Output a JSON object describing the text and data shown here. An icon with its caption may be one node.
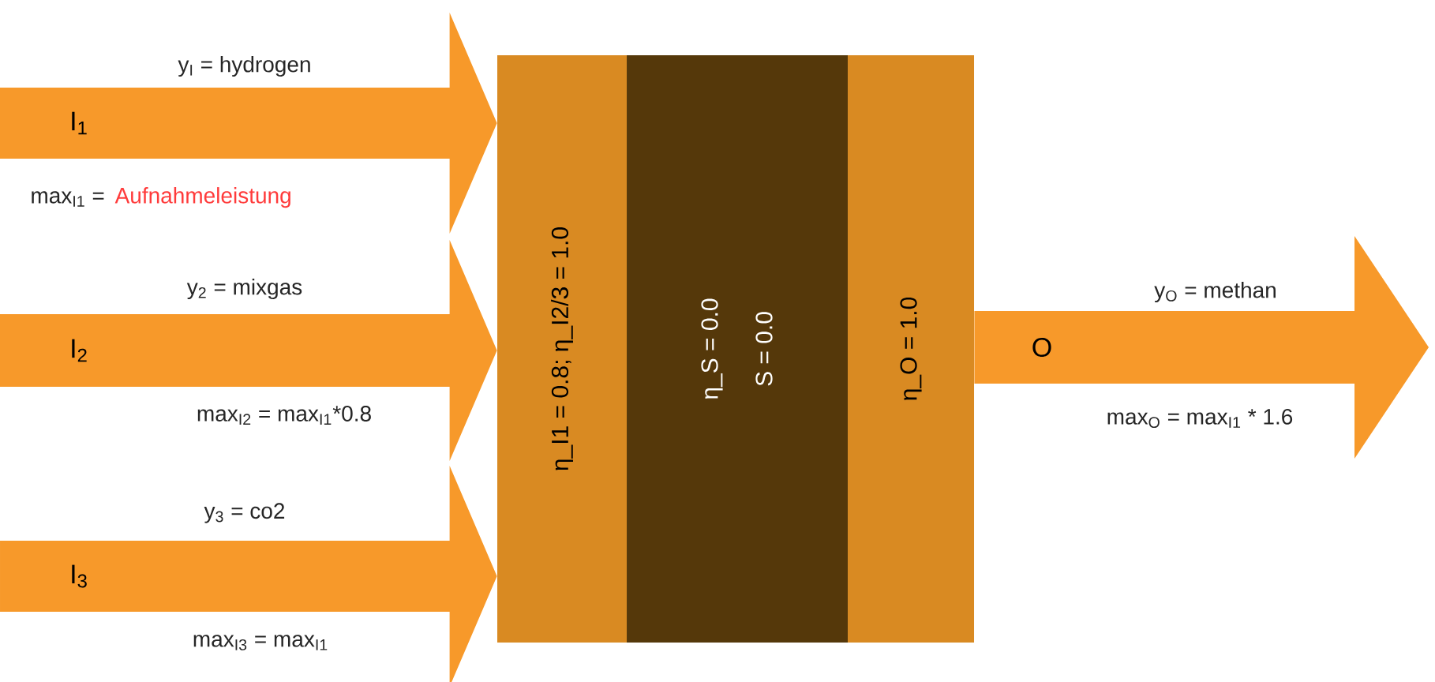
{
  "diagram": {
    "nodes": [
      {
        "text": [
          "I$_{1}$"
        ]
      },
      {
        "text": [
          "I$_{2}$"
        ]
      },
      {
        "text": [
          "I$_{3}$"
        ]
      },
      {
        "text": [
          "η_I1 = 0.8; η_I2/3 = 1.0"
        ]
      },
      {
        "text": [
          "η_S = 0.0",
          "S = 0.0"
        ]
      },
      {
        "text": [
          "η_O = 1.0"
        ]
      },
      {
        "text": [
          "O"
        ]
      }
    ],
    "edges": [
      {
        "from": 0,
        "to": 3,
        "arrow": "to"
      },
      {
        "from": 1,
        "to": 3,
        "arrow": "to"
      },
      {
        "from": 2,
        "to": 3,
        "arrow": "to"
      },
      {
        "from": 5,
        "to": null,
        "arrow": "to"
      }
    ],
    "labels": [
      "y$_{I}$ = hydrogen",
      "max$_{I1}$ =",
      "Aufnahmeleistung",
      "y$_{2}$ = mixgas",
      "y$_{O}$ = methan",
      "max$_{I2}$ = max$_{I1}$*0.8",
      "max$_{O}$ = max$_{I1}$ * 1.6",
      "y$_{3}$ = co2",
      "max$_{I3}$ = max$_{I1}$"
    ]
  }
}
